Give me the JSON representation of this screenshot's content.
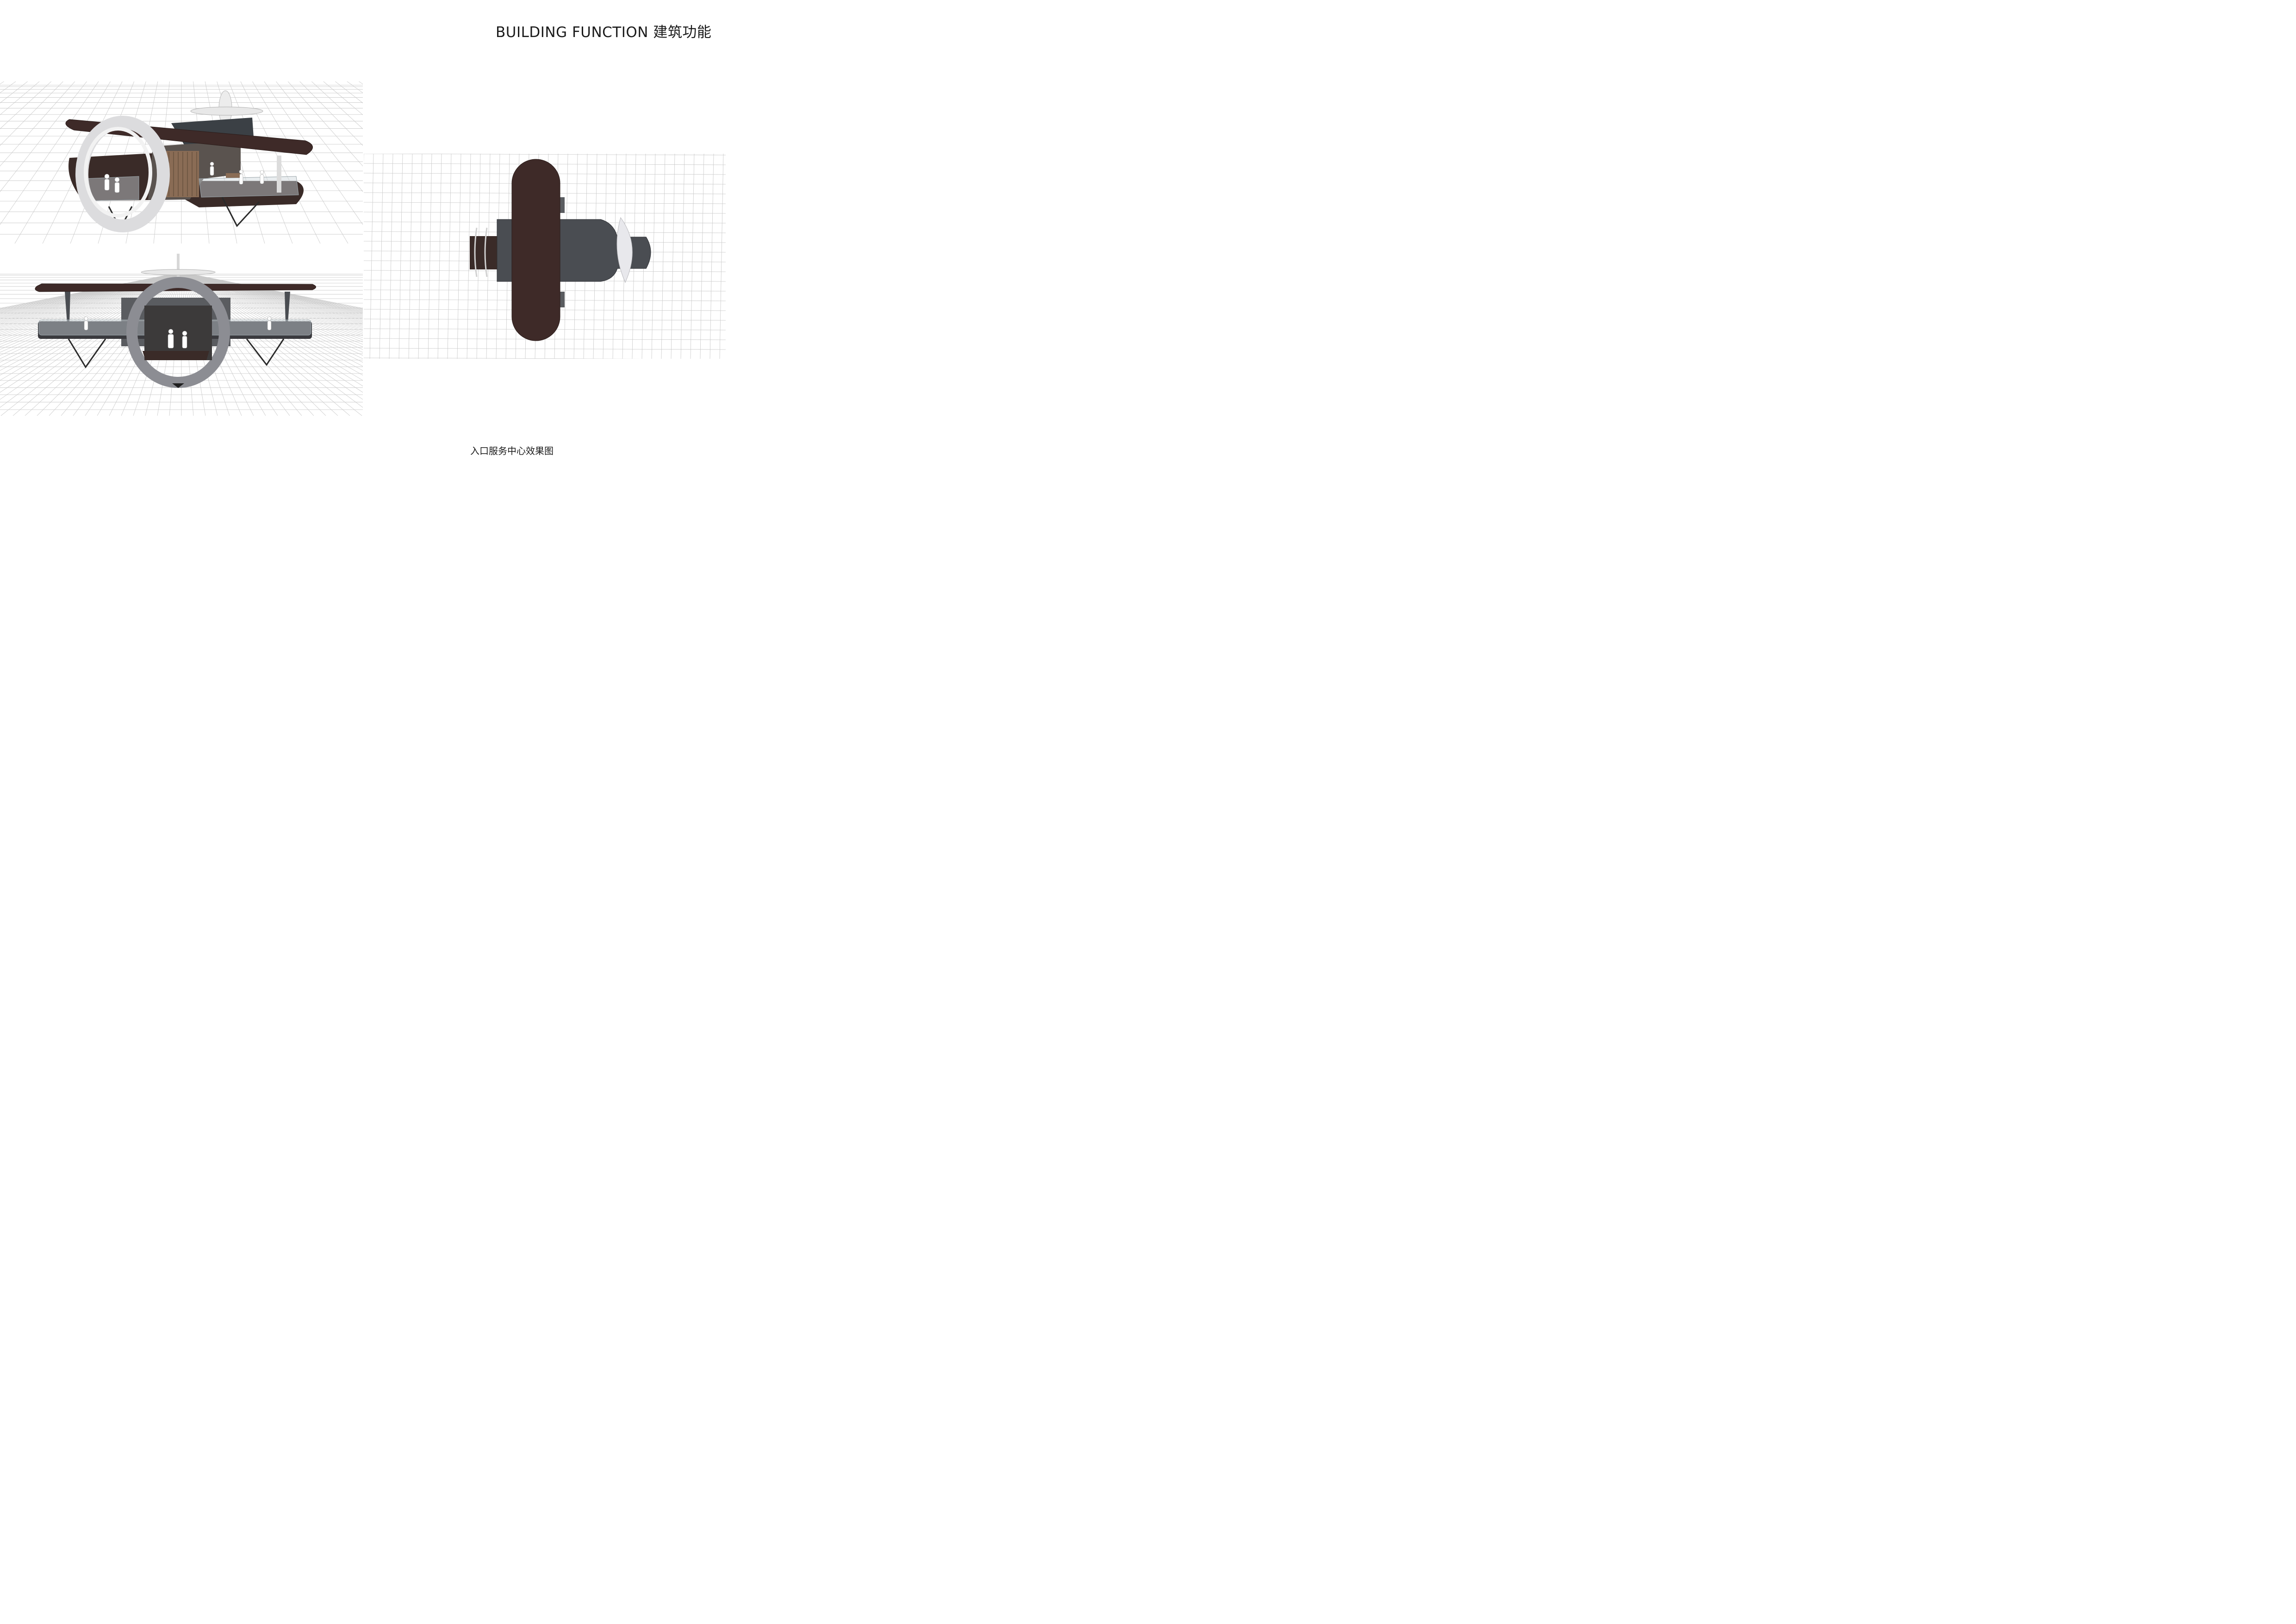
{
  "header": {
    "title": "BUILDING FUNCTION 建筑功能"
  },
  "caption": {
    "text": "入口服务中心效果图"
  },
  "renderings": [
    {
      "view": "perspective"
    },
    {
      "view": "front-elevation"
    },
    {
      "view": "top-plan"
    }
  ],
  "colors": {
    "wing": "#3e2a28",
    "ring": "#dcdcde",
    "ring_front": "#8c8d93",
    "body": "#4a4d52",
    "timber": "#8a6c55",
    "grid": "#c8c8c8",
    "glass": "#cfd8dc"
  }
}
